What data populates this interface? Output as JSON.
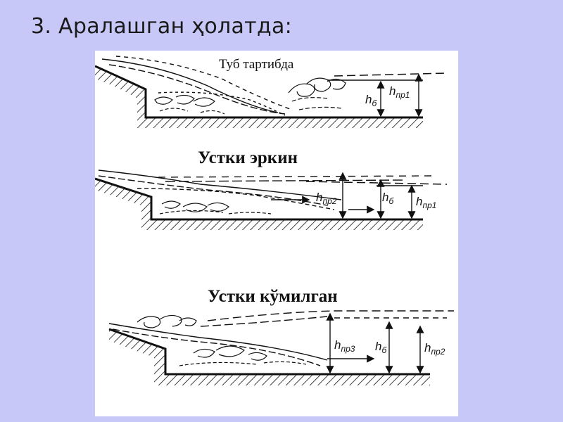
{
  "slide": {
    "title": "3. Аралашган ҳолатда:"
  },
  "panels": [
    {
      "caption": "Туб тартибда",
      "labels": {
        "hb": "h",
        "hb_sub": "б",
        "hpr": "h",
        "hpr_sub": "пр1"
      }
    },
    {
      "caption": "Устки эркин",
      "labels": {
        "hpr": "h",
        "hpr_sub": "пр2",
        "hb": "h",
        "hb_sub": "б",
        "hpr_right": "h",
        "hpr_right_sub": "пр1"
      }
    },
    {
      "caption": "Устки кўмилган",
      "labels": {
        "hpr": "h",
        "hpr_sub": "пр3",
        "hb": "h",
        "hb_sub": "б",
        "hpr_right": "h",
        "hpr_right_sub": "пр2"
      }
    }
  ],
  "colors": {
    "background": "#c8c8f8",
    "figure_bg": "#ffffff",
    "ink": "#111111"
  }
}
